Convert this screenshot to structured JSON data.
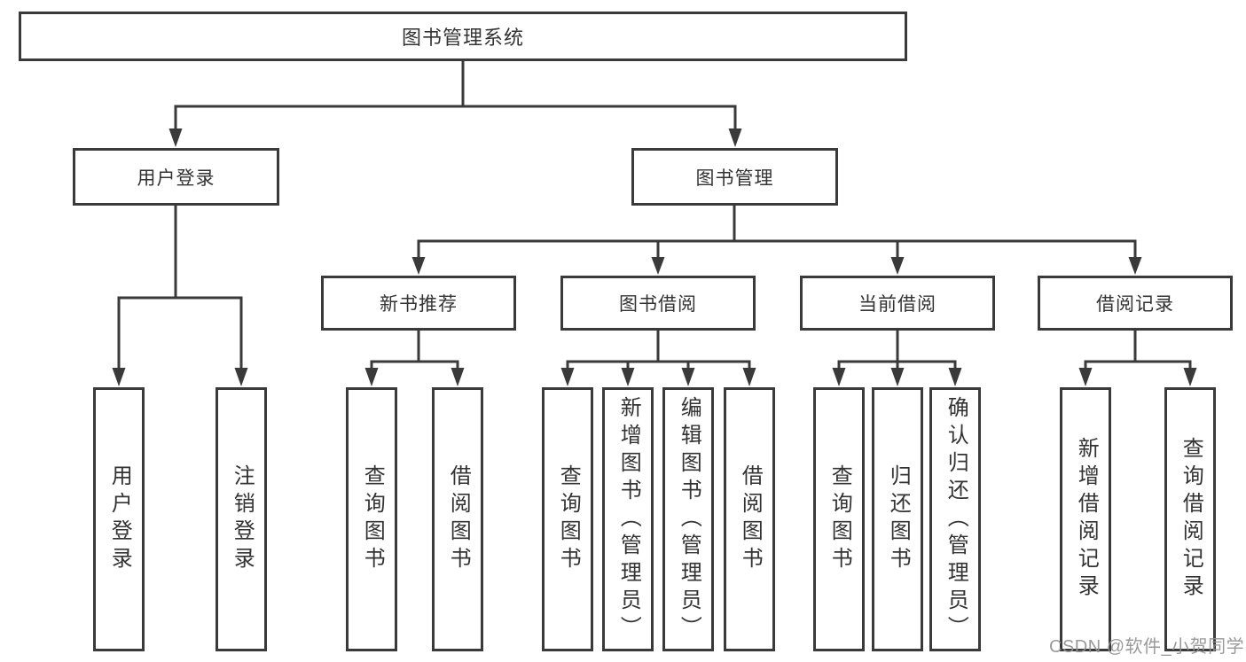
{
  "diagram": {
    "title": "图书管理系统",
    "watermark": "CSDN @软件_小贺同学",
    "colors": {
      "line": "#3a3a3a",
      "text": "#333333",
      "box_background": "#ffffff",
      "watermark": "#919191"
    },
    "root": {
      "label": "图书管理系统"
    },
    "level1": [
      {
        "label": "用户登录",
        "parent": "图书管理系统"
      },
      {
        "label": "图书管理",
        "parent": "图书管理系统"
      }
    ],
    "level2": [
      {
        "label": "新书推荐",
        "parent": "图书管理"
      },
      {
        "label": "图书借阅",
        "parent": "图书管理"
      },
      {
        "label": "当前借阅",
        "parent": "图书管理"
      },
      {
        "label": "借阅记录",
        "parent": "图书管理"
      }
    ],
    "leaves": [
      {
        "label": "用户登录",
        "parent": "用户登录"
      },
      {
        "label": "注销登录",
        "parent": "用户登录"
      },
      {
        "label": "查询图书",
        "parent": "新书推荐"
      },
      {
        "label": "借阅图书",
        "parent": "新书推荐"
      },
      {
        "label": "查询图书",
        "parent": "图书借阅"
      },
      {
        "label": "新增图书（管理员）",
        "parent": "图书借阅"
      },
      {
        "label": "编辑图书（管理员）",
        "parent": "图书借阅"
      },
      {
        "label": "借阅图书",
        "parent": "图书借阅"
      },
      {
        "label": "查询图书",
        "parent": "当前借阅"
      },
      {
        "label": "归还图书",
        "parent": "当前借阅"
      },
      {
        "label": "确认归还（管理员）",
        "parent": "当前借阅"
      },
      {
        "label": "新增借阅记录",
        "parent": "借阅记录"
      },
      {
        "label": "查询借阅记录",
        "parent": "借阅记录"
      }
    ]
  }
}
